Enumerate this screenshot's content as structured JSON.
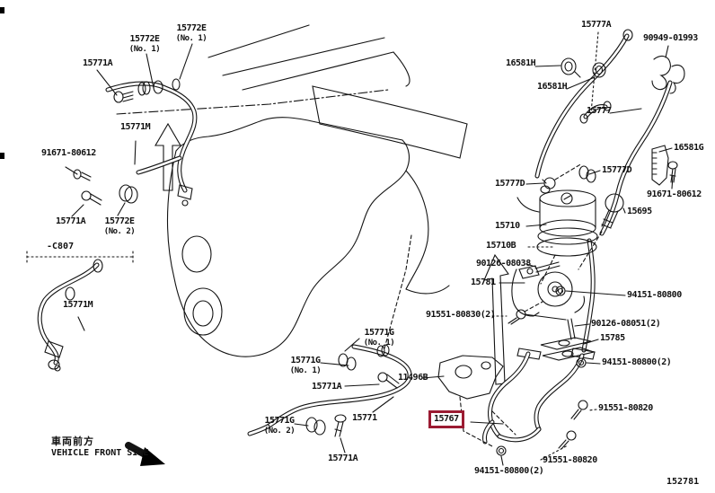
{
  "colors": {
    "highlight_box": "#9b1b32",
    "line": "#141414",
    "background": "#ffffff",
    "text": "#111111"
  },
  "highlight": {
    "part": "15767"
  },
  "variant": {
    "code": "-C807"
  },
  "footer": {
    "front_jp": "車両前方",
    "front_en": "VEHICLE FRONT SIDE",
    "drawing_number": "152781"
  },
  "labels": [
    {
      "text": "15772E",
      "sub": "(No. 1)"
    },
    {
      "text": "15772E",
      "sub": "(No. 1)"
    },
    {
      "text": "15771A",
      "sub": ""
    },
    {
      "text": "15771M",
      "sub": ""
    },
    {
      "text": "91671-80612",
      "sub": ""
    },
    {
      "text": "15771A",
      "sub": ""
    },
    {
      "text": "15772E",
      "sub": "(No. 2)"
    },
    {
      "text": "-C807",
      "sub": ""
    },
    {
      "text": "15771M",
      "sub": ""
    },
    {
      "text": "15771G",
      "sub": "(No. 1)"
    },
    {
      "text": "15771G",
      "sub": "(No. 1)"
    },
    {
      "text": "15771A",
      "sub": ""
    },
    {
      "text": "15771",
      "sub": ""
    },
    {
      "text": "15771G",
      "sub": "(No. 2)"
    },
    {
      "text": "15771A",
      "sub": ""
    },
    {
      "text": "11496B",
      "sub": ""
    },
    {
      "text": "15767",
      "sub": ""
    },
    {
      "text": "94151-80800(2)",
      "sub": ""
    },
    {
      "text": "91551-80820",
      "sub": ""
    },
    {
      "text": "15777A",
      "sub": ""
    },
    {
      "text": "90949-01993",
      "sub": ""
    },
    {
      "text": "16581H",
      "sub": ""
    },
    {
      "text": "16581H",
      "sub": ""
    },
    {
      "text": "15777",
      "sub": ""
    },
    {
      "text": "16581G",
      "sub": ""
    },
    {
      "text": "15777D",
      "sub": ""
    },
    {
      "text": "15777D",
      "sub": ""
    },
    {
      "text": "91671-80612",
      "sub": ""
    },
    {
      "text": "15695",
      "sub": ""
    },
    {
      "text": "15710",
      "sub": ""
    },
    {
      "text": "15710B",
      "sub": ""
    },
    {
      "text": "90126-08038",
      "sub": ""
    },
    {
      "text": "15781",
      "sub": ""
    },
    {
      "text": "94151-80800",
      "sub": ""
    },
    {
      "text": "91551-80830(2)",
      "sub": ""
    },
    {
      "text": "90126-08051(2)",
      "sub": ""
    },
    {
      "text": "15785",
      "sub": ""
    },
    {
      "text": "94151-80800(2)",
      "sub": ""
    },
    {
      "text": "91551-80820",
      "sub": ""
    }
  ]
}
